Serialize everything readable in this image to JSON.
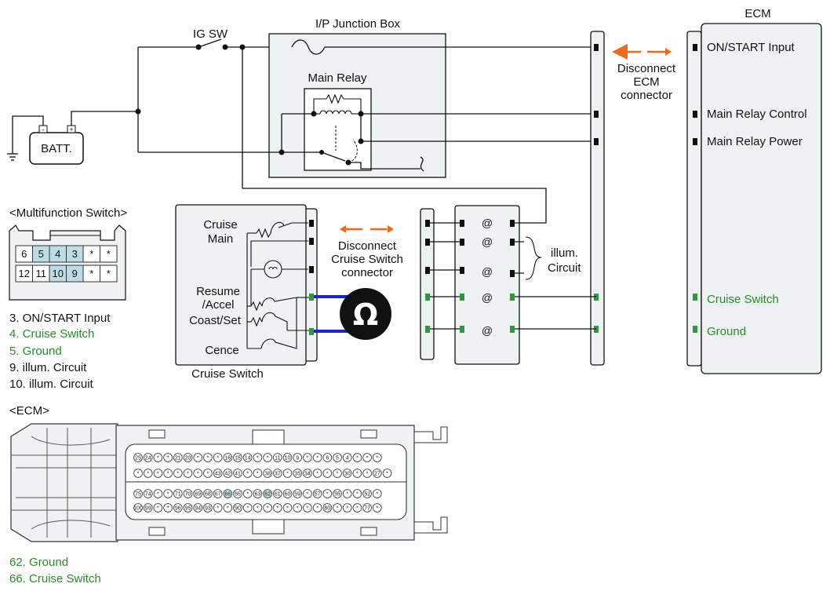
{
  "labels": {
    "ig_sw": "IG SW",
    "ip_junction_box": "I/P Junction Box",
    "main_relay": "Main Relay",
    "batt": "BATT.",
    "batt_minus": "-",
    "batt_plus": "+",
    "ecm_title": "ECM",
    "disconnect_ecm": [
      "Disconnect",
      "ECM",
      "connector"
    ],
    "disconnect_cruise": [
      "Disconnect",
      "Cruise Switch",
      "connector"
    ],
    "illum_circuit": [
      "illum.",
      "Circuit"
    ],
    "multifunction_switch": "<Multifunction Switch>",
    "cruise_switch_title": "Cruise Switch",
    "ecm_connector_title": "<ECM>",
    "ohm_symbol": "Ω"
  },
  "cruise_switch_parts": {
    "cruise_main": [
      "Cruise",
      "Main"
    ],
    "resume_accel": [
      "Resume",
      "/Accel"
    ],
    "coast_set": "Coast/Set",
    "cence": "Cence"
  },
  "ecm_pins": [
    {
      "label": "ON/START Input",
      "color": "#111111"
    },
    {
      "label": "Main Relay Control",
      "color": "#111111"
    },
    {
      "label": "Main Relay Power",
      "color": "#111111"
    },
    {
      "label": "Cruise Switch",
      "color": "#2a8a2a"
    },
    {
      "label": "Ground",
      "color": "#2a8a2a"
    }
  ],
  "multifunction_connector": {
    "row1": [
      "6",
      "5",
      "4",
      "3",
      "*",
      "*"
    ],
    "row2": [
      "12",
      "11",
      "10",
      "9",
      "*",
      "*"
    ],
    "highlighted": [
      "5",
      "4",
      "3",
      "10",
      "9"
    ]
  },
  "multifunction_legend": [
    {
      "text": "3. ON/START Input",
      "color": "#111111"
    },
    {
      "text": "4. Cruise Switch",
      "color": "#2a8a2a"
    },
    {
      "text": "5. Ground",
      "color": "#2a8a2a"
    },
    {
      "text": "9. illum. Circuit",
      "color": "#111111"
    },
    {
      "text": "10. illum. Circuit",
      "color": "#111111"
    }
  ],
  "ecm_connector_rows": [
    [
      "25",
      "24",
      "*",
      "*",
      "21",
      "20",
      "*",
      "*",
      "*",
      "16",
      "15",
      "14",
      "*",
      "*",
      "11",
      "10",
      "9",
      "*",
      "*",
      "6",
      "5",
      "4",
      "*",
      "*",
      "*"
    ],
    [
      "*",
      "*",
      "*",
      "*",
      "*",
      "*",
      "*",
      "*",
      "43",
      "42",
      "41",
      "*",
      "*",
      "38",
      "37",
      "*",
      "35",
      "34",
      "*",
      "*",
      "*",
      "30",
      "*",
      "*",
      "27",
      "*"
    ],
    [
      "75",
      "74",
      "*",
      "*",
      "71",
      "70",
      "69",
      "68",
      "67",
      "66",
      "65",
      "*",
      "63",
      "62",
      "61",
      "60",
      "59",
      "*",
      "57",
      "*",
      "55",
      "*",
      "*",
      "52",
      "*"
    ],
    [
      "100",
      "99",
      "*",
      "*",
      "96",
      "95",
      "94",
      "93",
      "*",
      "*",
      "90",
      "*",
      "*",
      "*",
      "*",
      "*",
      "*",
      "*",
      "*",
      "80",
      "*",
      "*",
      "*",
      "77",
      "*"
    ]
  ],
  "ecm_highlighted_pins": [
    "66",
    "62"
  ],
  "ecm_legend": [
    {
      "text": "62. Ground",
      "color": "#2a8a2a"
    },
    {
      "text": "66. Cruise Switch",
      "color": "#2a8a2a"
    }
  ],
  "colors": {
    "wire": "#111111",
    "highlight_wire": "#1a22cc",
    "arrow": "#ee6a1a",
    "green_text": "#2a8a2a",
    "box_fill": "#eef2f3",
    "highlight_cell": "#bcdde5",
    "pin_green": "#2a9a3a"
  }
}
